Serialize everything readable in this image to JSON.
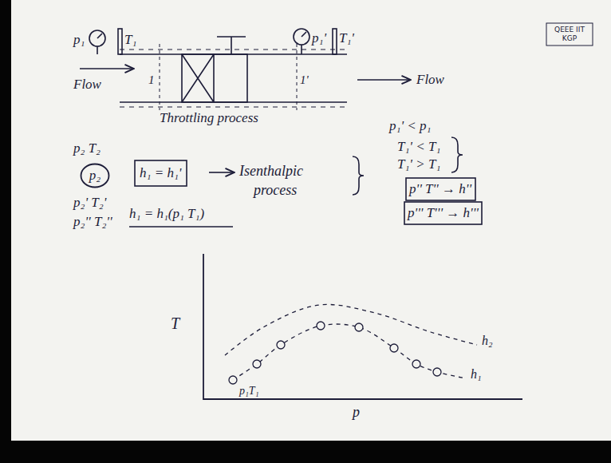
{
  "diagram": {
    "nodes": [
      {
        "text": [
          "QEEE IIT KGP"
        ]
      },
      {
        "text": [
          "p₂"
        ]
      },
      {
        "text": [
          "h₁ = h₁'"
        ]
      },
      {
        "text": [
          "p'' T'' → h''"
        ]
      },
      {
        "text": [
          "p''' T''' → h'''"
        ]
      }
    ],
    "labels": [
      "p₁",
      "T₁",
      "p₁'",
      "T₁'",
      "Flow",
      "Flow",
      "1",
      "1'",
      "Throttling process",
      "p₁' < p₁",
      "T₁' < T₁",
      "T₁' > T₁",
      "p₂ T₂",
      "p₂' T₂'",
      "p₂'' T₂''",
      "h₁ = h₁(p₁ T₁)",
      "Isenthalpic",
      "process",
      "T",
      "p",
      "p₁T₁",
      "h₂",
      "h₁"
    ]
  }
}
